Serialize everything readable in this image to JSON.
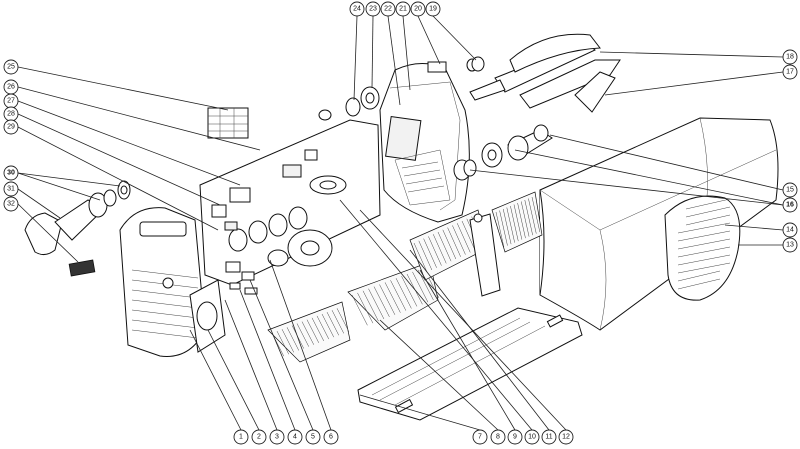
{
  "diagram": {
    "callouts": [
      {
        "id": "c1",
        "text": "1"
      },
      {
        "id": "c2",
        "text": "2"
      },
      {
        "id": "c3",
        "text": "3"
      },
      {
        "id": "c4",
        "text": "4"
      },
      {
        "id": "c5",
        "text": "5"
      },
      {
        "id": "c6",
        "text": "6"
      },
      {
        "id": "c7",
        "text": "7"
      },
      {
        "id": "c8",
        "text": "8"
      },
      {
        "id": "c9",
        "text": "9"
      },
      {
        "id": "c10",
        "text": "10"
      },
      {
        "id": "c11",
        "text": "11"
      },
      {
        "id": "c12",
        "text": "12"
      },
      {
        "id": "c13",
        "text": "13"
      },
      {
        "id": "c14",
        "text": "14"
      },
      {
        "id": "c15",
        "text": "15"
      },
      {
        "id": "c16",
        "text": "16"
      },
      {
        "id": "c17",
        "text": "17"
      },
      {
        "id": "c18",
        "text": "18"
      },
      {
        "id": "c19",
        "text": "19"
      },
      {
        "id": "c20",
        "text": "20"
      },
      {
        "id": "c21",
        "text": "21"
      },
      {
        "id": "c22",
        "text": "22"
      },
      {
        "id": "c23",
        "text": "23"
      },
      {
        "id": "c24",
        "text": "24"
      },
      {
        "id": "c25",
        "text": "25"
      },
      {
        "id": "c26",
        "text": "26"
      },
      {
        "id": "c27",
        "text": "27"
      },
      {
        "id": "c28",
        "text": "28"
      },
      {
        "id": "c29",
        "text": "29"
      },
      {
        "id": "c30",
        "text": "30"
      },
      {
        "id": "c31",
        "text": "31"
      },
      {
        "id": "c32",
        "text": "32"
      }
    ]
  }
}
